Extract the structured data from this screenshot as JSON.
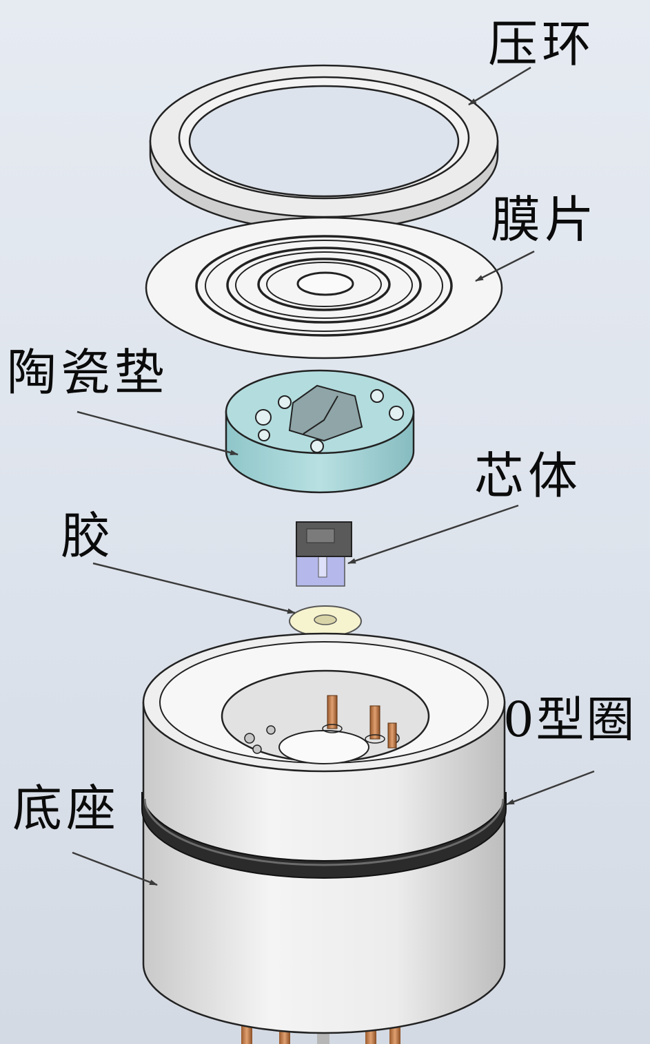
{
  "labels": {
    "pressure_ring": "压环",
    "diaphragm": "膜片",
    "ceramic_pad": "陶瓷垫",
    "core": "芯体",
    "glue": "胶",
    "o_ring": "0型圈",
    "base": "底座"
  },
  "colors": {
    "background": "#dde3ec",
    "metal": "#e9e9e9",
    "ceramic": "#a9d6d8",
    "core_top": "#5a5a5a",
    "core_bottom": "#b4b8ea",
    "glue": "#f6f3cf",
    "o_ring": "#2b2b2b",
    "pins": "#c98a55",
    "leader_line": "#3a3a3a"
  }
}
